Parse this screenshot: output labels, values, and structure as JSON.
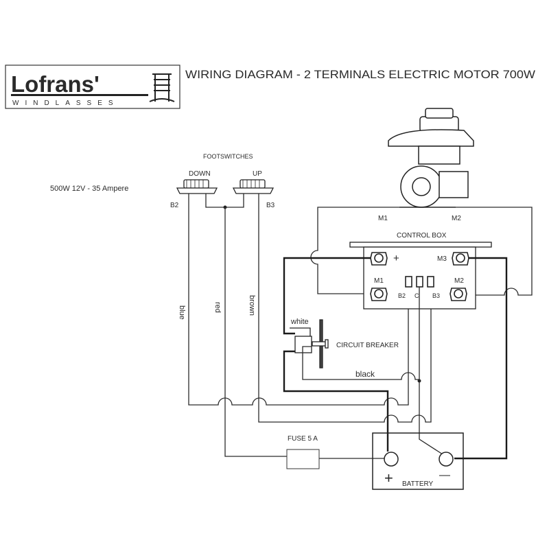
{
  "header": {
    "logo_text": "Lofrans'",
    "logo_subtext": "WINDLASSES",
    "title": "WIRING DIAGRAM - 2 TERMINALS  ELECTRIC  MOTOR 700W"
  },
  "spec_note": "500W 12V - 35 Ampere",
  "footswitches": {
    "title": "FOOTSWITCHES",
    "down": "DOWN",
    "up": "UP",
    "b2": "B2",
    "b3": "B3"
  },
  "wires": {
    "blue": "blue",
    "red": "red",
    "brown": "brown",
    "white": "white",
    "black": "black"
  },
  "motor": {
    "m1": "M1",
    "m2": "M2"
  },
  "control_box": {
    "title": "CONTROL BOX",
    "plus": "+",
    "m3": "M3",
    "m1": "M1",
    "m2": "M2",
    "b2": "B2",
    "c": "C",
    "b3": "B3"
  },
  "circuit_breaker": "CIRCUIT BREAKER",
  "fuse": "FUSE 5 A",
  "battery": {
    "label": "BATTERY",
    "plus": "+",
    "minus": "—"
  }
}
